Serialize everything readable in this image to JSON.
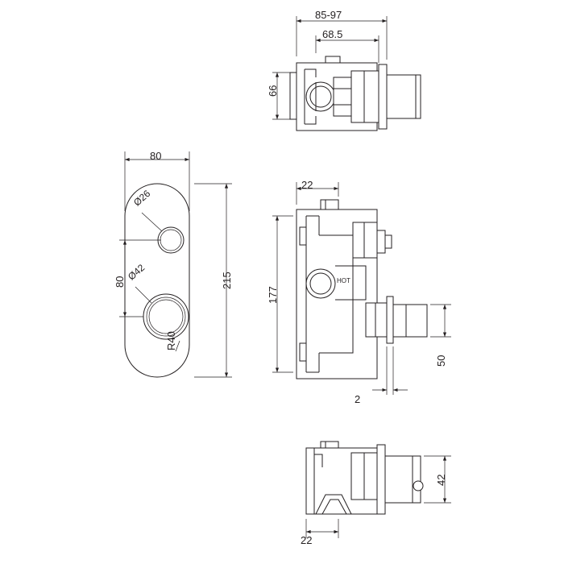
{
  "drawing": {
    "title": "concealed-shower-valve-technical-drawing",
    "line_color": "#231f20",
    "background_color": "#ffffff",
    "labels": {
      "top_view": {
        "overall_width_range": "85-97",
        "body_width": "68.5",
        "height": "66"
      },
      "front_view": {
        "plate_width": "80",
        "small_knob_dia": "Ø26",
        "large_knob_dia": "Ø42",
        "knob_centres": "80",
        "plate_height": "215",
        "corner_radius": "R40"
      },
      "side_view": {
        "top_offset": "22",
        "body_height": "177",
        "outlet_height": "50",
        "plate_thickness": "2",
        "hot_marking": "HOT"
      },
      "bottom_view": {
        "height": "42",
        "width": "22"
      }
    }
  }
}
